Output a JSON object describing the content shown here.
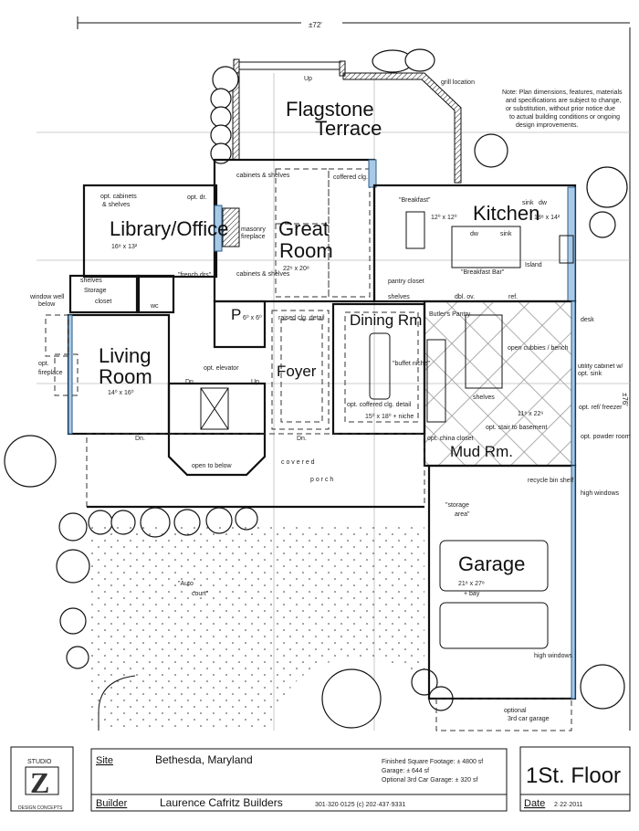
{
  "dimensions": {
    "overall_width": "±72'",
    "overall_depth": "±76'"
  },
  "notes": {
    "grill": "grill location",
    "disclaimer": [
      "Note: Plan dimensions, features, materials",
      "and specifications are subject to change,",
      "or substitution, without prior notice due",
      "to actual building conditions or ongoing",
      "design improvements."
    ]
  },
  "exterior": {
    "terrace_line1": "Flagstone",
    "terrace_line2": "Terrace",
    "terrace_up": "Up",
    "porch_line1": "c o v e r e d",
    "porch_line2": "p o r c h",
    "auto_court_line1": "\"Auto",
    "auto_court_line2": "court\"",
    "storage_area_line1": "\"storage",
    "storage_area_line2": "area\"",
    "optional_garage_line1": "optional",
    "optional_garage_line2": "3rd car garage",
    "window_well_line1": "window well",
    "window_well_line2": "below"
  },
  "rooms": {
    "library": {
      "name": "Library/Office",
      "size": "16⁸ x 13²",
      "note1": "opt. cabinets",
      "note2": "& shelves",
      "door": "opt. dr."
    },
    "great_room": {
      "name_line1": "Great",
      "name_line2": "Room",
      "size": "22⁶ x 20⁸",
      "cabinets1": "cabinets & shelves",
      "cabinets2": "cabinets & shelves",
      "fireplace": "masonry fireplace",
      "ceiling": "coffered clg."
    },
    "kitchen": {
      "name": "Kitchen",
      "size": "18⁸ x 14²",
      "breakfast": "\"Breakfast\"",
      "breakfast_size": "12⁰ x 12⁰",
      "breakfast_bar": "\"Breakfast Bar\"",
      "island": "Island",
      "sink": "sink",
      "sink2": "sink",
      "dw": "dw",
      "dw2": "dw",
      "pantry": "pantry closet",
      "shelves": "shelves",
      "dbl_ov": "dbl. ov.",
      "ref": "ref."
    },
    "storage_closet": {
      "name_line1": "Storage",
      "name_line2": "closet",
      "shelves": "shelves"
    },
    "french_doors": "\"french drs\"",
    "wc": "wc",
    "living": {
      "name_line1": "Living",
      "name_line2": "Room",
      "size": "14⁰ x 16⁰",
      "fireplace_line1": "opt.",
      "fireplace_line2": "fireplace"
    },
    "powder": {
      "name": "P",
      "size": "6⁰ x 6⁰"
    },
    "foyer": {
      "name": "Foyer",
      "ceiling": "raised clg. detail"
    },
    "stair": {
      "elevator": "opt. elevator",
      "open_below": "open to below",
      "dn": "Dn.",
      "up": "Up"
    },
    "dining": {
      "name": "Dining Rm.",
      "size": "15⁰ x 18⁰ + niche",
      "ceiling": "opt. coffered clg. detail",
      "buffet": "\"buffet niche\"",
      "butlers": "Butler's Pantry"
    },
    "mud_room": {
      "name": "Mud Rm.",
      "size": "11⁸ x 22⁶",
      "lockers": "open cubbies / bench",
      "utility": "utility cabinet w/ opt. sink",
      "freezer": "opt. ref/ freezer",
      "powder": "opt. powder room",
      "basement": "opt. stair to basement",
      "china": "opt. china closet",
      "shelves": "shelves",
      "desk": "desk",
      "bin_shelf": "recycle bin shelf",
      "high_windows": "high windows"
    },
    "garage": {
      "name": "Garage",
      "size": "21⁸ x 27⁸",
      "bay": "+ bay",
      "high_windows": "high windows"
    }
  },
  "door_labels": {
    "dn": "Dn."
  },
  "title_block": {
    "logo_top": "STUDIO",
    "logo_letter": "Z",
    "logo_bottom": "DESIGN CONCEPTS",
    "site_label": "Site",
    "site_value": "Bethesda, Maryland",
    "builder_label": "Builder",
    "builder_value": "Laurence Cafritz Builders",
    "builder_phone": "301·320·0125 (c) 202·437·9331",
    "sqft_finished": "Finished Square Footage: ± 4800 sf",
    "sqft_garage": "Garage: ± 644 sf",
    "sqft_optional": "Optional 3rd Car Garage: ± 320 sf",
    "floor": "1St. Floor",
    "date_label": "Date",
    "date_value": "2·22·2011"
  },
  "colors": {
    "wall_fill": "#a9c9e6",
    "ink": "#111111"
  }
}
